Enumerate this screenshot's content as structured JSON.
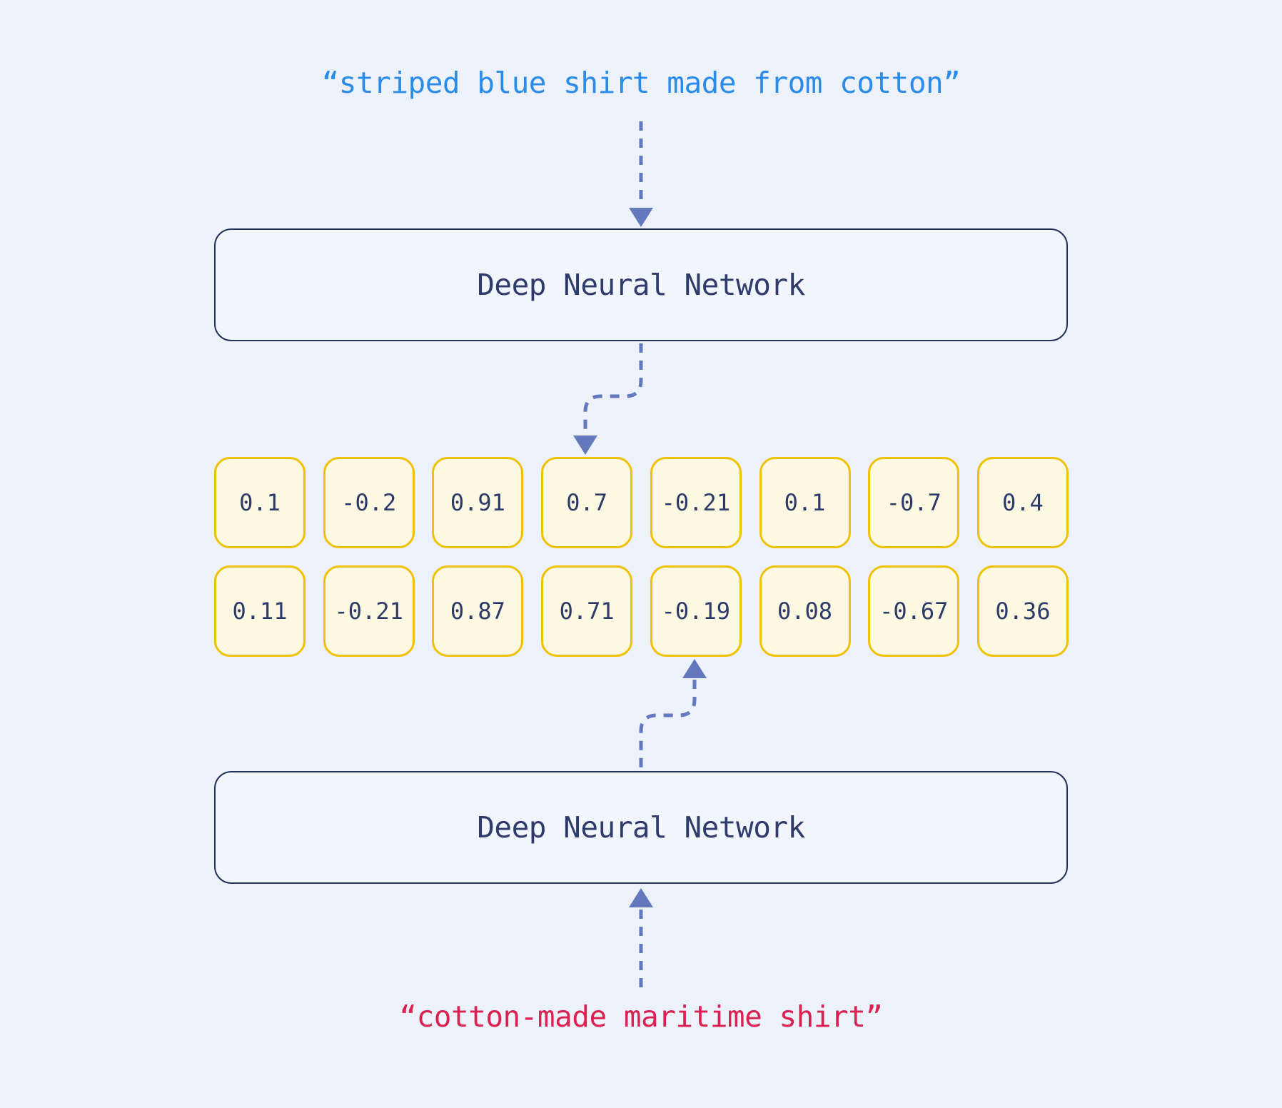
{
  "colors": {
    "background": "#ecf1fa",
    "query_top_color": "#2b8be8",
    "query_bottom_color": "#da2150",
    "arrow": "#6478bd",
    "box_border": "#25325c",
    "box_fill": "#f1f5fc",
    "box_text": "#2e3b6b",
    "cell_border": "#efc100",
    "cell_fill": "#fdf8e2",
    "cell_text": "#2c3a6a"
  },
  "query_top": {
    "text": "“striped blue shirt made from cotton”"
  },
  "dnn_top": {
    "label": "Deep Neural Network"
  },
  "embeddings": {
    "rows": [
      {
        "values": [
          "0.1",
          "-0.2",
          "0.91",
          "0.7",
          "-0.21",
          "0.1",
          "-0.7",
          "0.4"
        ]
      },
      {
        "values": [
          "0.11",
          "-0.21",
          "0.87",
          "0.71",
          "-0.19",
          "0.08",
          "-0.67",
          "0.36"
        ]
      }
    ]
  },
  "dnn_bottom": {
    "label": "Deep Neural Network"
  },
  "query_bottom": {
    "text": "“cotton-made maritime shirt”"
  }
}
